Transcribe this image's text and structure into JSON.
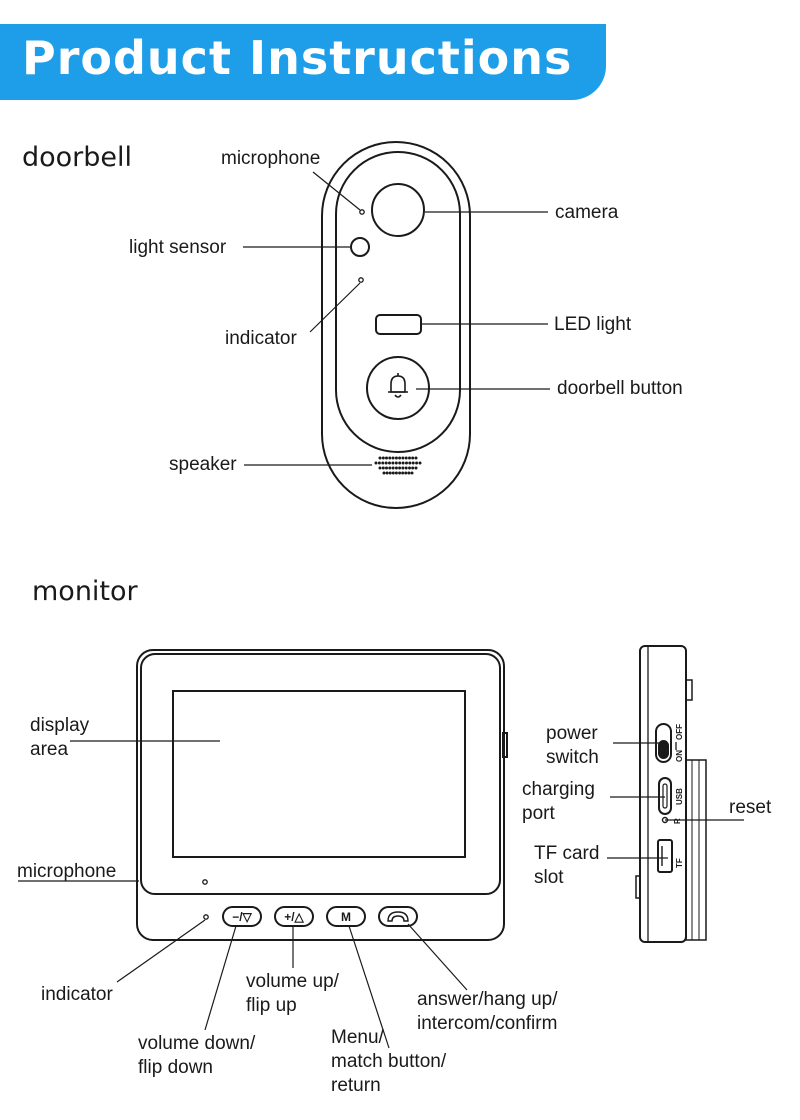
{
  "header": {
    "title": "Product Instructions"
  },
  "sections": {
    "doorbell": "doorbell",
    "monitor": "monitor"
  },
  "doorbell_labels": {
    "microphone": "microphone",
    "camera": "camera",
    "light_sensor": "light sensor",
    "indicator": "indicator",
    "led_light": "LED light",
    "doorbell_button": "doorbell button",
    "speaker": "speaker"
  },
  "monitor_labels": {
    "display_area": "display\narea",
    "microphone": "microphone",
    "indicator": "indicator",
    "volume_down": "volume down/\nflip down",
    "volume_up": "volume up/\nflip up",
    "menu": "Menu/\nmatch button/\nreturn",
    "answer": "answer/hang up/\nintercom/confirm",
    "power_switch": "power\nswitch",
    "charging_port": "charging\nport",
    "reset": "reset",
    "tf_card": "TF card\nslot"
  },
  "monitor_buttons": {
    "vol_down": "−/▽",
    "vol_up": "+/△",
    "menu": "M"
  },
  "side_marks": {
    "on": "ON",
    "off": "OFF",
    "usb": "USB",
    "reset_r": "R",
    "tf": "TF"
  },
  "colors": {
    "banner": "#1e9ee8",
    "line": "#1a1a1a"
  }
}
